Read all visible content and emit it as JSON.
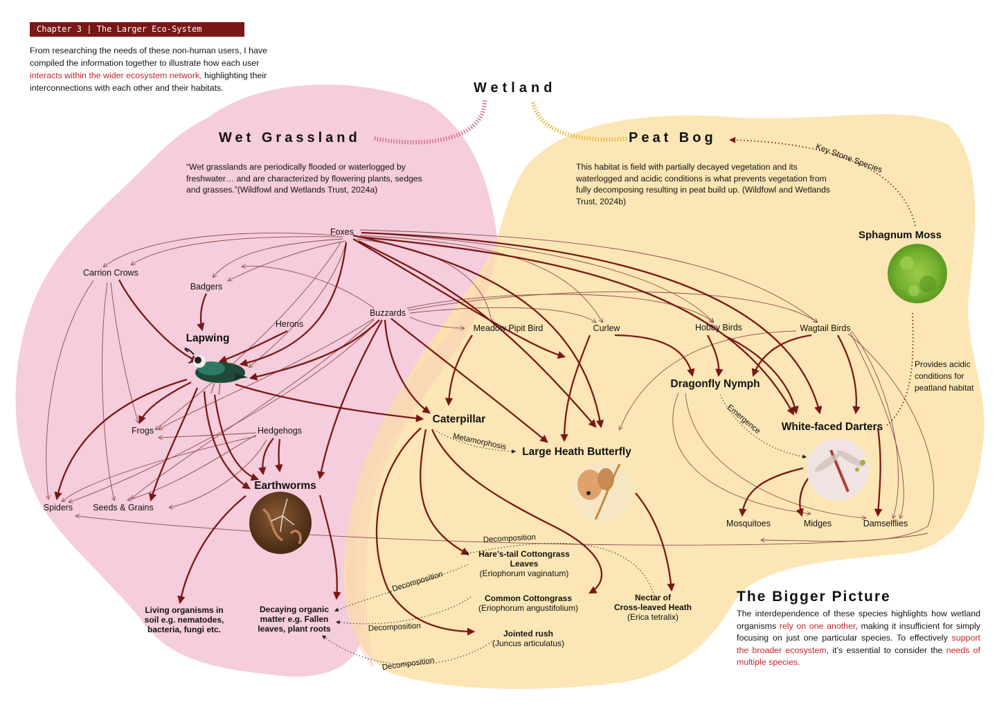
{
  "chapter_label": "Chapter 3 | The Larger Eco-System",
  "intro": {
    "pre": "From researching the needs of these non-human users, I have compiled the information together to illustrate how each user ",
    "highlight": "interacts within the wider ecosystem network,",
    "post": " highlighting their interconnections with each other and their habitats."
  },
  "titles": {
    "wetland": "Wetland",
    "wet_grassland": "Wet Grassland",
    "peat_bog": "Peat Bog"
  },
  "wet_grassland_desc": "“Wet grasslands are periodically flooded or waterlogged by freshwater… and are characterized by flowering plants, sedges and grasses.”(Wildfowl and Wetlands Trust, 2024a)",
  "peat_bog_desc": "This habitat is field with partially decayed vegetation and its waterlogged and acidic conditions is what prevents vegetation from fully decomposing resulting in peat build up. (Wildfowl and Wetlands Trust, 2024b)",
  "nodes": {
    "foxes": "Foxes",
    "carrion_crows": "Carrion Crows",
    "badgers": "Badgers",
    "herons": "Herons",
    "lapwing": "Lapwing",
    "buzzards": "Buzzards",
    "meadow_pipit": "Meadow Pipit Bird",
    "curlew": "Curlew",
    "hobby_birds": "Hobby Birds",
    "wagtail_birds": "Wagtail Birds",
    "sphagnum_moss": "Sphagnum Moss",
    "dragonfly_nymph": "Dragonfly Nymph",
    "white_faced_darters": "White-faced Darters",
    "caterpillar": "Caterpillar",
    "large_heath": "Large Heath Butterfly",
    "frogs": "Frogs",
    "hedgehogs": "Hedgehogs",
    "earthworms": "Earthworms",
    "spiders": "Spiders",
    "seeds": "Seeds & Grains",
    "mosquitoes": "Mosquitoes",
    "midges": "Midges",
    "damselflies": "Damselflies",
    "hares_tail_1": "Hare’s-tail Cottongrass",
    "hares_tail_2": "Leaves",
    "hares_tail_sci": "(Eriophorum vaginatum)",
    "common_cotton": "Common Cottongrass",
    "common_cotton_sci": "(Eriophorum angustifolium)",
    "jointed_rush": "Jointed rush",
    "jointed_rush_sci": "(Juncus articulatus)",
    "nectar_1": "Nectar of",
    "nectar_2": "Cross-leaved Heath",
    "nectar_sci": "(Erica tetralix)",
    "living_1": "Living organisms in",
    "living_2": "soil e.g. nematodes,",
    "living_3": "bacteria, fungi etc.",
    "decaying_1": "Decaying organic",
    "decaying_2": "matter e.g. Fallen",
    "decaying_3": "leaves, plant roots"
  },
  "edge_labels": {
    "key_stone": "Key Stone Species",
    "provides_1": "Provides acidic",
    "provides_2": "conditions for",
    "provides_3": "peatland habitat",
    "metamorphosis": "Metamorphosis",
    "emergence": "Emergence",
    "decomposition": "Decomposition"
  },
  "bigger_picture": {
    "title": "The Bigger Picture",
    "p1": "The interdependence of these species highlights how wetland organisms ",
    "h1": "rely on one another",
    "p2": ", making it insufficient for simply focusing on just one particular species. To effectively ",
    "h2": "support the broader ecosystem",
    "p3": ", it’s essential to consider the ",
    "h3": "needs of multiple species",
    "p4": "."
  },
  "colors": {
    "pink_habitat": "#f3c4d6",
    "yellow_habitat": "#fbe2a8",
    "thick_arrow": "#7a1616",
    "thin_arrow": "#8a4a4a",
    "accent_red": "#c0262c",
    "chapter_bg": "#7a1616"
  }
}
